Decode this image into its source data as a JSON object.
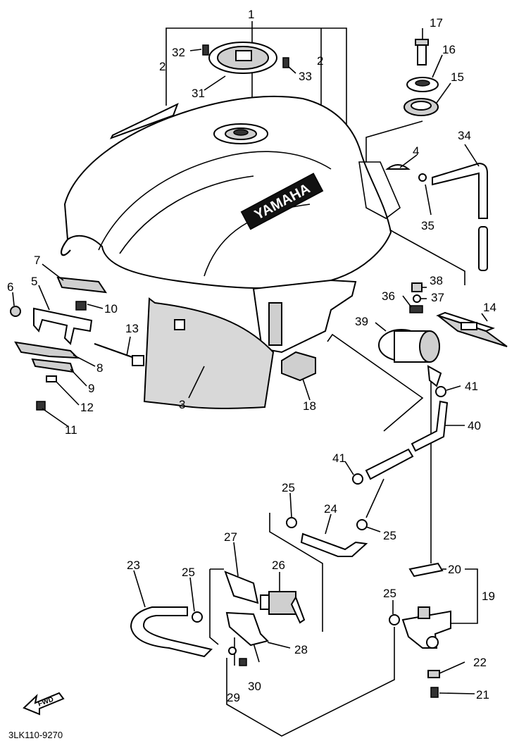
{
  "diagram": {
    "drawing_code": "3LK110-9270",
    "brand_label": "YAMAHA",
    "direction_label": "FWD",
    "callouts": [
      "1",
      "2",
      "2",
      "3",
      "4",
      "5",
      "6",
      "7",
      "8",
      "9",
      "10",
      "11",
      "12",
      "13",
      "14",
      "15",
      "16",
      "17",
      "18",
      "19",
      "20",
      "21",
      "22",
      "23",
      "24",
      "25",
      "25",
      "25",
      "25",
      "26",
      "27",
      "28",
      "29",
      "30",
      "31",
      "32",
      "33",
      "34",
      "35",
      "36",
      "37",
      "38",
      "39",
      "40",
      "41",
      "41"
    ]
  }
}
